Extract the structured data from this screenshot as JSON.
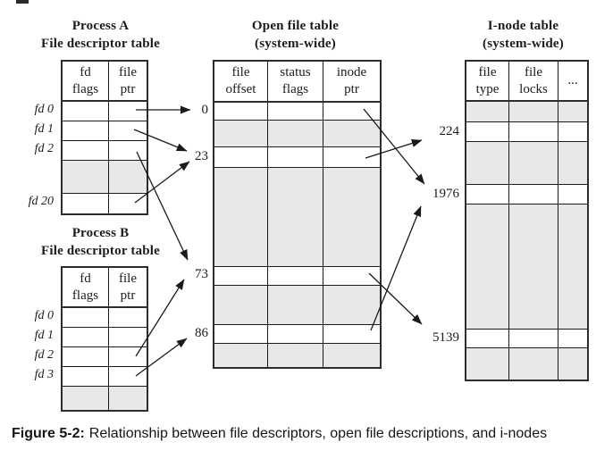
{
  "figure": {
    "caption_label": "Figure 5-2:",
    "caption_text": "Relationship between file descriptors, open file descriptions, and i-nodes"
  },
  "tables": {
    "process_a": {
      "title_line1": "Process A",
      "title_line2": "File descriptor table",
      "headers": {
        "col1": [
          "fd",
          "flags"
        ],
        "col2": [
          "file",
          "ptr"
        ]
      },
      "row_labels": [
        "fd 0",
        "fd 1",
        "fd 2",
        "fd 20"
      ]
    },
    "process_b": {
      "title_line1": "Process B",
      "title_line2": "File descriptor table",
      "headers": {
        "col1": [
          "fd",
          "flags"
        ],
        "col2": [
          "file",
          "ptr"
        ]
      },
      "row_labels": [
        "fd 0",
        "fd 1",
        "fd 2",
        "fd 3"
      ]
    },
    "open_file": {
      "title_line1": "Open file table",
      "title_line2": "(system-wide)",
      "headers": {
        "col1": [
          "file",
          "offset"
        ],
        "col2": [
          "status",
          "flags"
        ],
        "col3": [
          "inode",
          "ptr"
        ]
      },
      "row_labels": [
        "0",
        "23",
        "73",
        "86"
      ]
    },
    "inode": {
      "title_line1": "I-node table",
      "title_line2": "(system-wide)",
      "headers": {
        "col1": [
          "file",
          "type"
        ],
        "col2": [
          "file",
          "locks"
        ],
        "col3": [
          "..."
        ]
      },
      "row_labels": [
        "224",
        "1976",
        "5139"
      ]
    }
  },
  "links": [
    {
      "from": "process-a fd 0",
      "to": "open-file entry 0"
    },
    {
      "from": "process-a fd 1",
      "to": "open-file entry 23"
    },
    {
      "from": "process-a fd 2",
      "to": "open-file entry 73"
    },
    {
      "from": "process-a fd 20",
      "to": "open-file entry 23"
    },
    {
      "from": "process-b fd 2",
      "to": "open-file entry 73"
    },
    {
      "from": "process-b fd 3",
      "to": "open-file entry 86"
    },
    {
      "from": "open-file entry 0",
      "to": "i-node 1976"
    },
    {
      "from": "open-file entry 23",
      "to": "i-node 224"
    },
    {
      "from": "open-file entry 73",
      "to": "i-node 5139"
    },
    {
      "from": "open-file entry 86",
      "to": "i-node 1976"
    }
  ],
  "colors": {
    "shaded_row": "#e6e8e9",
    "table_border": "#2d2d2d",
    "arrow": "#1a1a1a",
    "background": "#ffffff"
  }
}
